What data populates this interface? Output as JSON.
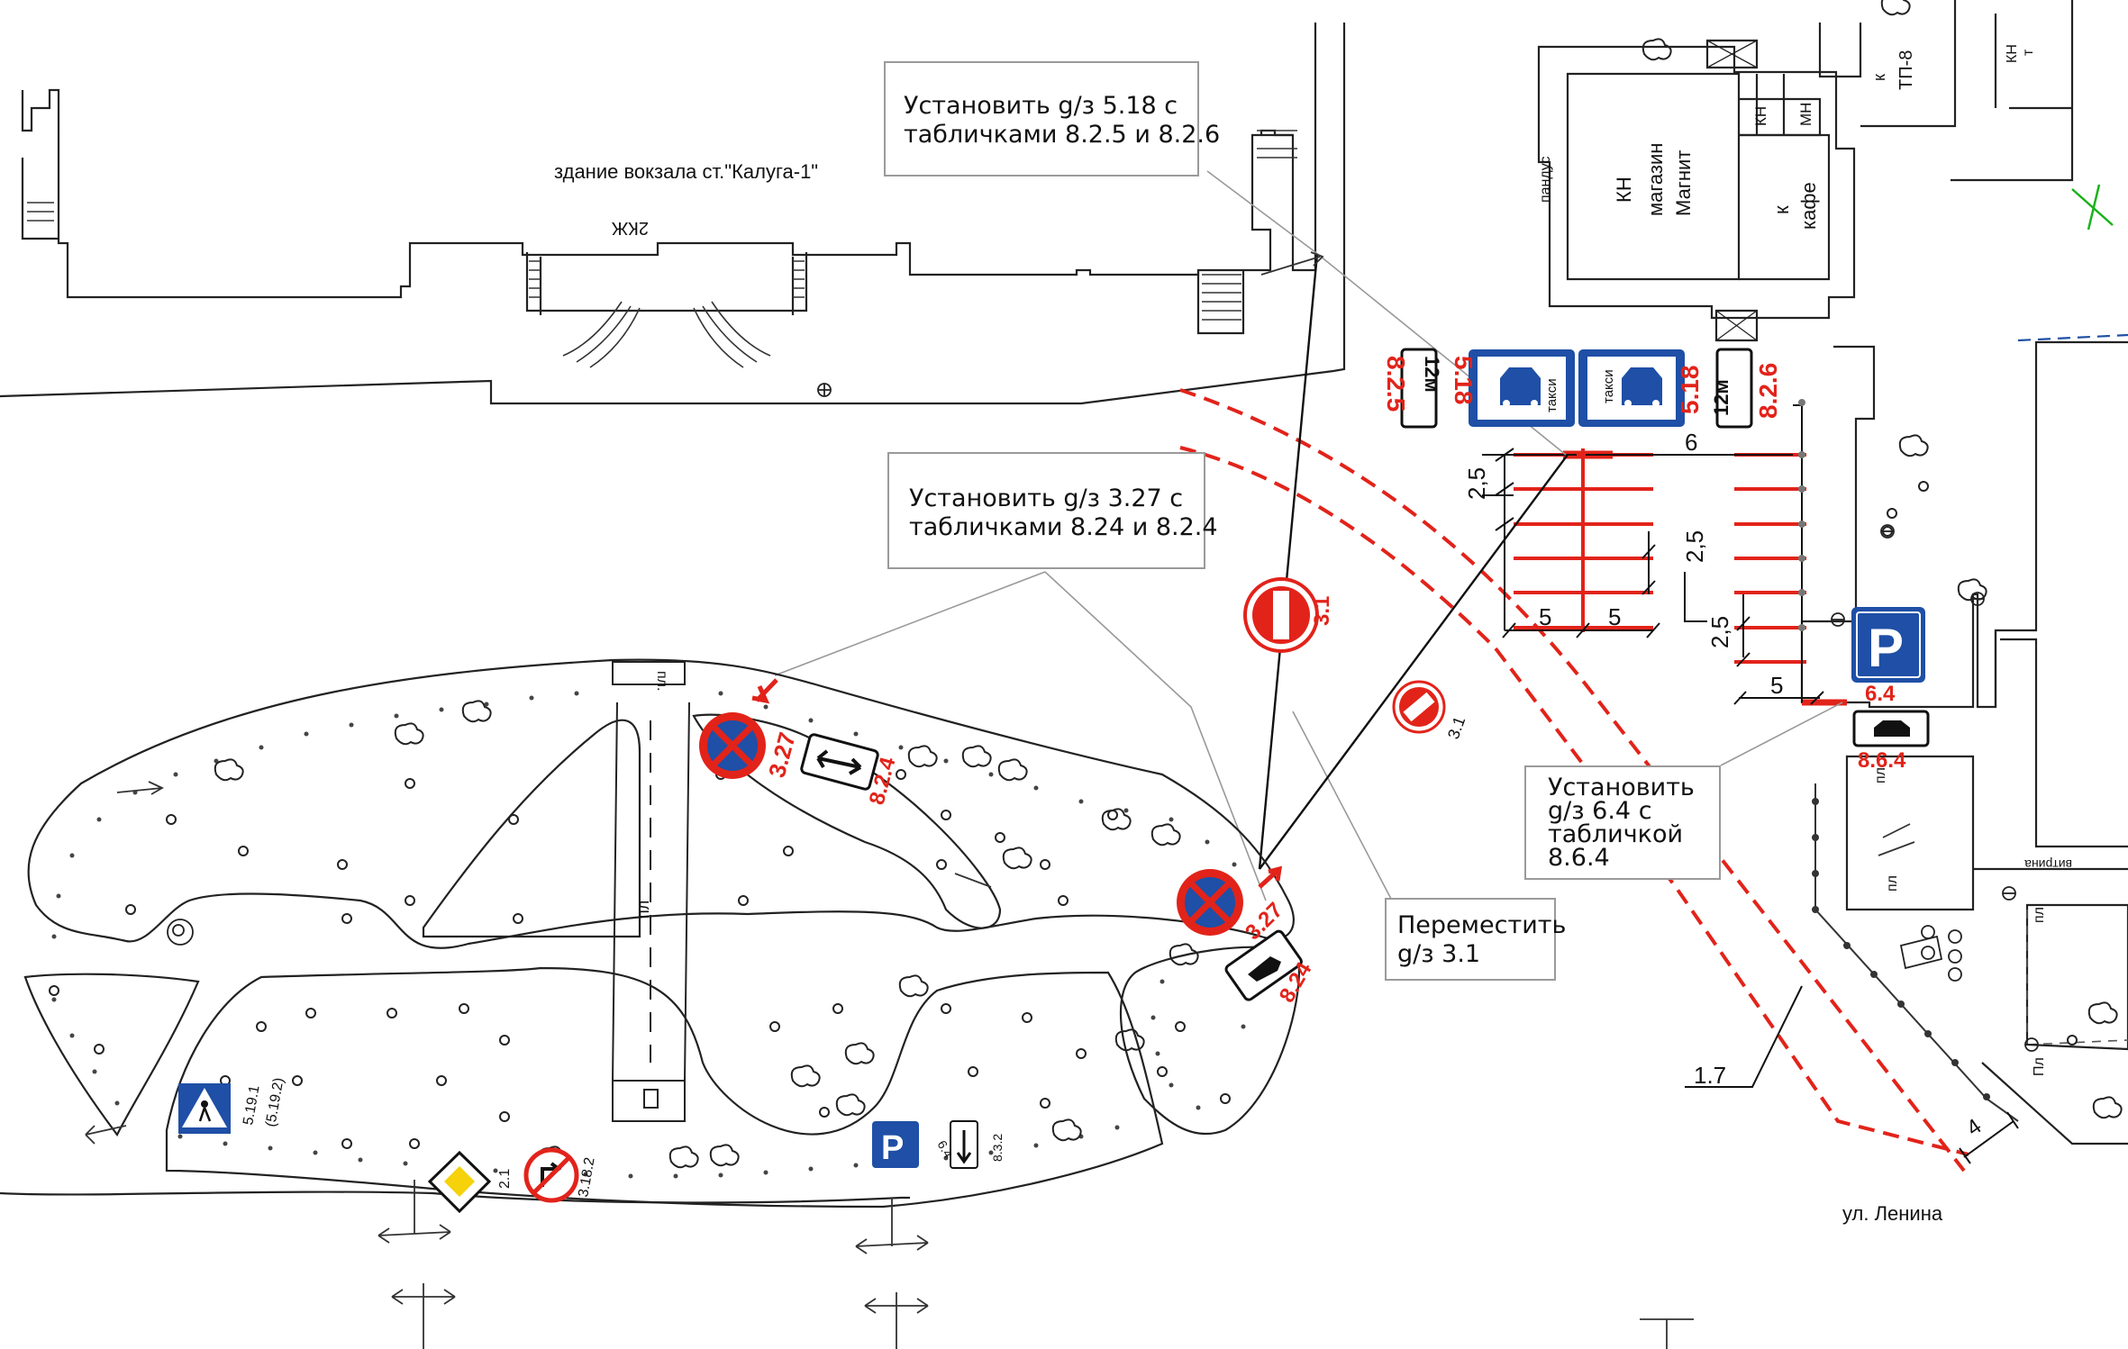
{
  "labels": {
    "station_building": "здание вокзала  ст.\"Калуга-1\"",
    "building_code": "2КЖ",
    "shop_kn": "КН",
    "shop_name": "магазин",
    "shop_brand": "Магнит",
    "cafe_k": "к",
    "cafe_name": "кафе",
    "room_kn": "КН",
    "room_mn": "МН",
    "tp8_k": "к",
    "tp8_name": "ТП-8",
    "kn_t_1": "КН",
    "kn_t_2": "т",
    "ramp": "пандус",
    "street": "ул. Ленина",
    "vitrina": "витрина",
    "pl": "пл",
    "pl_top": "пл.",
    "marking": "1.7"
  },
  "dimensions": {
    "d6": "6",
    "d2_5a": "2,5",
    "d2_5b": "2,5",
    "d2_5c": "2,5",
    "d5a": "5",
    "d5b": "5",
    "d5c": "5",
    "d4": "4"
  },
  "callouts": {
    "c1": {
      "l1": "Установить g/з 5.18  с",
      "l2": "табличками 8.2.5  и 8.2.6"
    },
    "c2": {
      "l1": "Установить g/з 3.27  с",
      "l2": "табличками 8.24  и 8.2.4"
    },
    "c3": {
      "l1": "Установить",
      "l2": "g/з 6.4  с",
      "l3": "табличкой",
      "l4": "8.6.4"
    },
    "c4": {
      "l1": "Переместить",
      "l2": "g/з 3.1"
    }
  },
  "signs": {
    "taxi1": {
      "word": "такси",
      "code": "5.18"
    },
    "taxi2": {
      "word": "такси",
      "code": "5.18"
    },
    "p825": {
      "text": "12м",
      "code": "8.2.5"
    },
    "p826": {
      "text": "12м",
      "code": "8.2.6"
    },
    "s31a": {
      "code": "3.1"
    },
    "s31b": {
      "code": "3.1"
    },
    "s327a": {
      "code": "3.27"
    },
    "s327b": {
      "code": "3.27"
    },
    "p824a": {
      "code": "8.2.4"
    },
    "p824b": {
      "code": "8.24"
    },
    "parking": {
      "letter": "P",
      "code": "6.4"
    },
    "p864": {
      "code": "8.6.4"
    },
    "crossing": {
      "code1": "5.19.1",
      "code2": "(5.19.2)"
    },
    "main_road": {
      "code": "2.1"
    },
    "noturn": {
      "code": "3.18.2"
    },
    "parking_small": {
      "letter": "P",
      "code": "6.4"
    },
    "arrow_plate": {
      "code": "8.3.2"
    }
  },
  "colors": {
    "red": "#e2231a",
    "blue": "#1f4fa6",
    "line": "#222222",
    "green": "#19b219"
  }
}
